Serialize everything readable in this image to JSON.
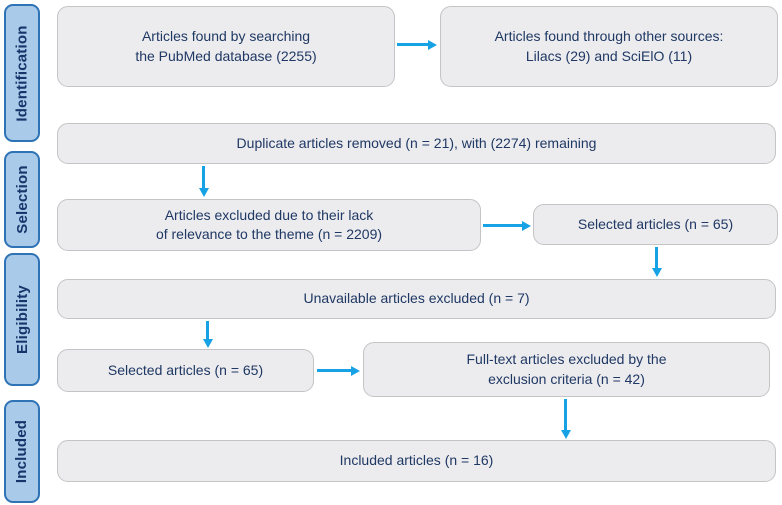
{
  "palette": {
    "background": "#ffffff",
    "box_fill": "#ececee",
    "box_border": "#c4c4c6",
    "box_text": "#1f3864",
    "tab_fill": "#a9cbe9",
    "tab_border": "#2e73b5",
    "tab_text": "#17356b",
    "arrow": "#18a2e6"
  },
  "stages": {
    "identification": "Identification",
    "selection": "Selection",
    "eligibility": "Eligibility",
    "included": "Included"
  },
  "boxes": {
    "pubmed": {
      "line1": "Articles found by searching",
      "line2": "the PubMed database (2255)"
    },
    "other_sources": {
      "line1": "Articles found through other sources:",
      "line2": "Lilacs (29) and SciElO (11)"
    },
    "duplicates_removed": {
      "line1": "Duplicate articles removed (n = 21), with (2274) remaining"
    },
    "excluded_relevance": {
      "line1": "Articles excluded due to their lack",
      "line2": "of relevance to the theme (n = 2209)"
    },
    "selected_first": {
      "line1": "Selected articles (n = 65)"
    },
    "unavailable_excluded": {
      "line1": "Unavailable articles excluded (n = 7)"
    },
    "selected_second": {
      "line1": "Selected articles (n = 65)"
    },
    "fulltext_excluded": {
      "line1": "Full-text articles excluded by the",
      "line2": "exclusion criteria (n = 42)"
    },
    "included_articles": {
      "line1": "Included articles (n = 16)"
    }
  }
}
